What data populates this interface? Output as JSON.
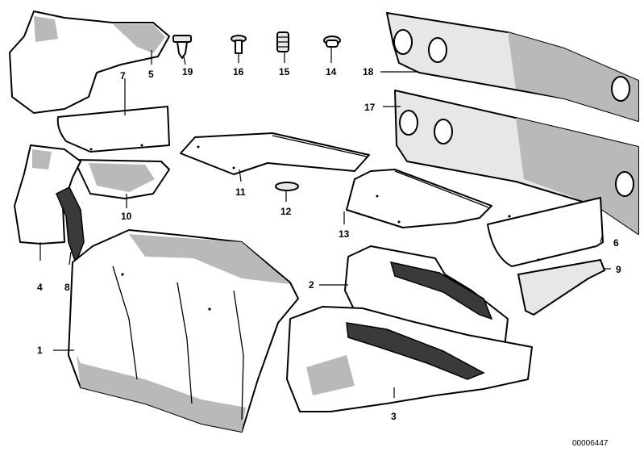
{
  "callouts": {
    "c1": "1",
    "c2": "2",
    "c3": "3",
    "c4": "4",
    "c5": "5",
    "c6": "6",
    "c7": "7",
    "c8": "8",
    "c9": "9",
    "c10": "10",
    "c11": "11",
    "c12": "12",
    "c13": "13",
    "c14": "14",
    "c15": "15",
    "c16": "16",
    "c17": "17",
    "c18": "18",
    "c19": "19"
  },
  "document_number": "00006447"
}
